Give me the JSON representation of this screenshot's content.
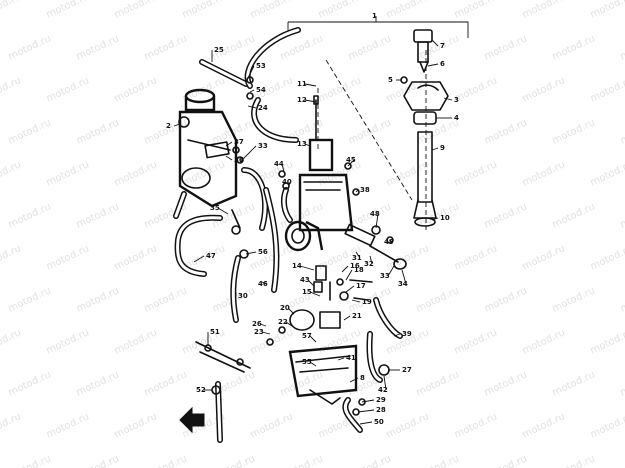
{
  "watermark": "motod.ru",
  "callouts": [
    "1",
    "2",
    "3",
    "4",
    "5",
    "6",
    "7",
    "8",
    "9",
    "10",
    "11",
    "12",
    "13",
    "14",
    "15",
    "16",
    "17",
    "18",
    "19",
    "20",
    "21",
    "22",
    "23",
    "24",
    "25",
    "26",
    "27",
    "28",
    "29",
    "30",
    "31",
    "32",
    "33",
    "34",
    "35",
    "36",
    "37",
    "38",
    "39",
    "40",
    "41",
    "42",
    "43",
    "44",
    "45",
    "46",
    "47",
    "48",
    "49",
    "50",
    "51",
    "52",
    "53",
    "54",
    "55",
    "56",
    "57"
  ],
  "colors": {
    "ink": "#111111",
    "paper": "#ffffff",
    "watermark": "#c9c9c9"
  },
  "icons": {
    "direction_arrow": "arrow-icon"
  }
}
